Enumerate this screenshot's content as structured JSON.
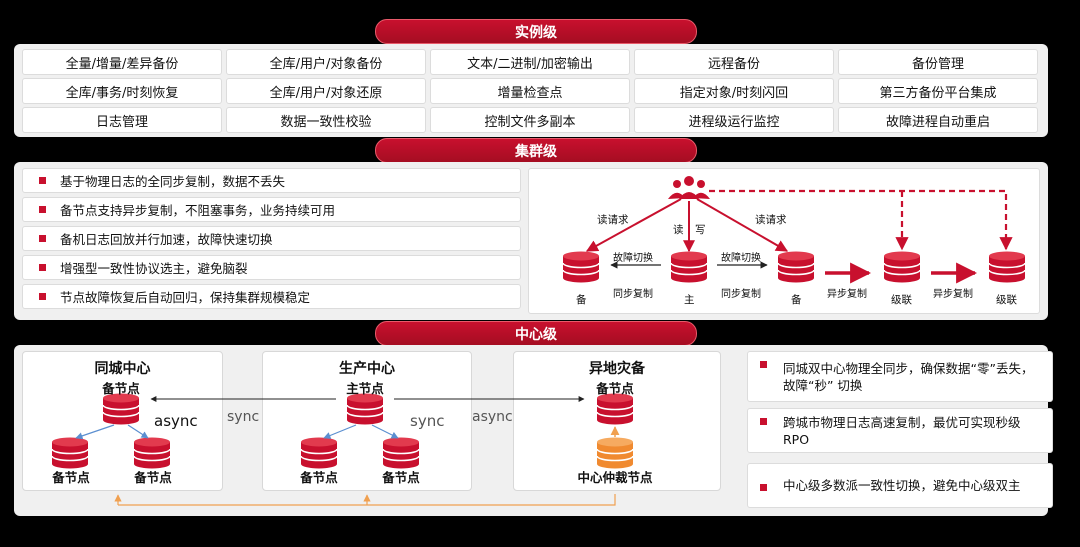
{
  "instance": {
    "title": "实例级",
    "cells": [
      "全量/增量/差异备份",
      "全库/用户/对象备份",
      "文本/二进制/加密输出",
      "远程备份",
      "备份管理",
      "全库/事务/时刻恢复",
      "全库/用户/对象还原",
      "增量检查点",
      "指定对象/时刻闪回",
      "第三方备份平台集成",
      "日志管理",
      "数据一致性校验",
      "控制文件多副本",
      "进程级运行监控",
      "故障进程自动重启"
    ]
  },
  "cluster": {
    "title": "集群级",
    "bullets": [
      "基于物理日志的全同步复制，数据不丢失",
      "备节点支持异步复制，不阻塞事务，业务持续可用",
      "备机日志回放并行加速，故障快速切换",
      "增强型一致性协议选主，避免脑裂",
      "节点故障恢复后自动回归，保持集群规模稳定"
    ],
    "diagram": {
      "read_req_left": "读请求",
      "read": "读",
      "write": "写",
      "read_req_right": "读请求",
      "failover_1": "故障切换",
      "failover_2": "故障切换",
      "sync_rep_1": "同步复制",
      "sync_rep_2": "同步复制",
      "async_rep_1": "异步复制",
      "async_rep_2": "异步复制",
      "node_standby_1": "备",
      "node_primary": "主",
      "node_standby_2": "备",
      "node_cascade_1": "级联",
      "node_cascade_2": "级联"
    }
  },
  "center": {
    "title": "中心级",
    "same_city": {
      "title": "同城中心",
      "top_node": "备节点",
      "left_node": "备节点",
      "right_node": "备节点"
    },
    "production": {
      "title": "生产中心",
      "top_node": "主节点",
      "left_node": "备节点",
      "right_node": "备节点"
    },
    "remote": {
      "title": "异地灾备",
      "top_node": "备节点",
      "arbiter": "中心仲裁节点"
    },
    "links": {
      "sync_left": "sync",
      "async_inner": "async",
      "sync_inner": "sync",
      "async_right": "async"
    },
    "bullets": [
      "同城双中心物理全同步，确保数据“零”丢失，故障“秒” 切换",
      "跨城市物理日志高速复制，最优可实现秒级RPO",
      "中心级多数派一致性切换，避免中心级双主"
    ]
  },
  "colors": {
    "accent": "#c8102e",
    "arbiter": "#f08a30",
    "link_blue": "#5b8fd0",
    "link_orange": "#f0a050"
  }
}
